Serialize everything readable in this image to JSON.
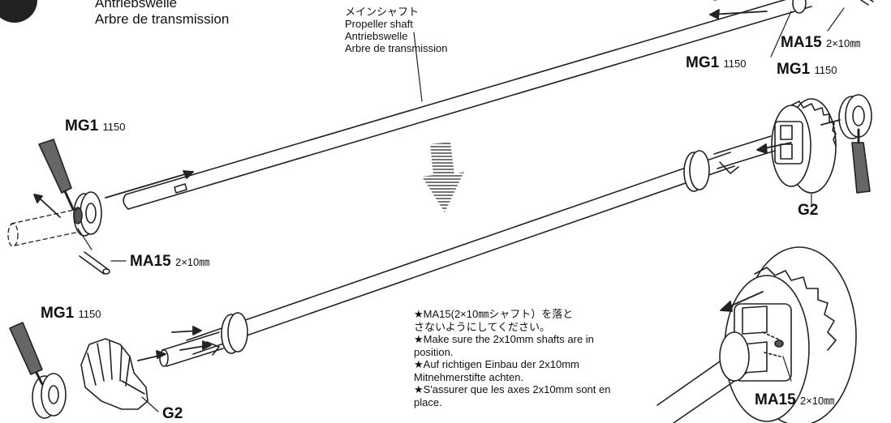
{
  "top_left_caption": {
    "line1": "Antriebswelle",
    "line2": "Arbre de transmission"
  },
  "main_shaft_caption": {
    "jp": "メインシャフト",
    "en": "Propeller shaft",
    "de": "Antriebswelle",
    "fr": "Arbre de transmission"
  },
  "parts": {
    "mg1_top": {
      "code": "MG1",
      "num": "1150"
    },
    "ma15_top": {
      "code": "MA15",
      "size": "2×10㎜"
    },
    "mg1_top_right": {
      "code": "MG1",
      "num": "1150"
    },
    "mg1_left": {
      "code": "MG1",
      "num": "1150"
    },
    "g2_right": {
      "code": "G2"
    },
    "ma15_left": {
      "code": "MA15",
      "size": "2×10㎜"
    },
    "mg1_bottom_left": {
      "code": "MG1",
      "num": "1150"
    },
    "g2_bottom": {
      "code": "G2"
    },
    "ma15_bottom_right": {
      "code": "MA15",
      "size": "2×10㎜"
    }
  },
  "note": {
    "jp1": "★MA15(2×10㎜シャフト）を落と",
    "jp2": "さないようにしてください。",
    "en": "★Make sure the 2x10mm shafts are in position.",
    "de": "★Auf richtigen Einbau der 2x10mm Mitnehmerstifte achten.",
    "fr": "★S'assurer que les axes 2x10mm sont en place."
  }
}
